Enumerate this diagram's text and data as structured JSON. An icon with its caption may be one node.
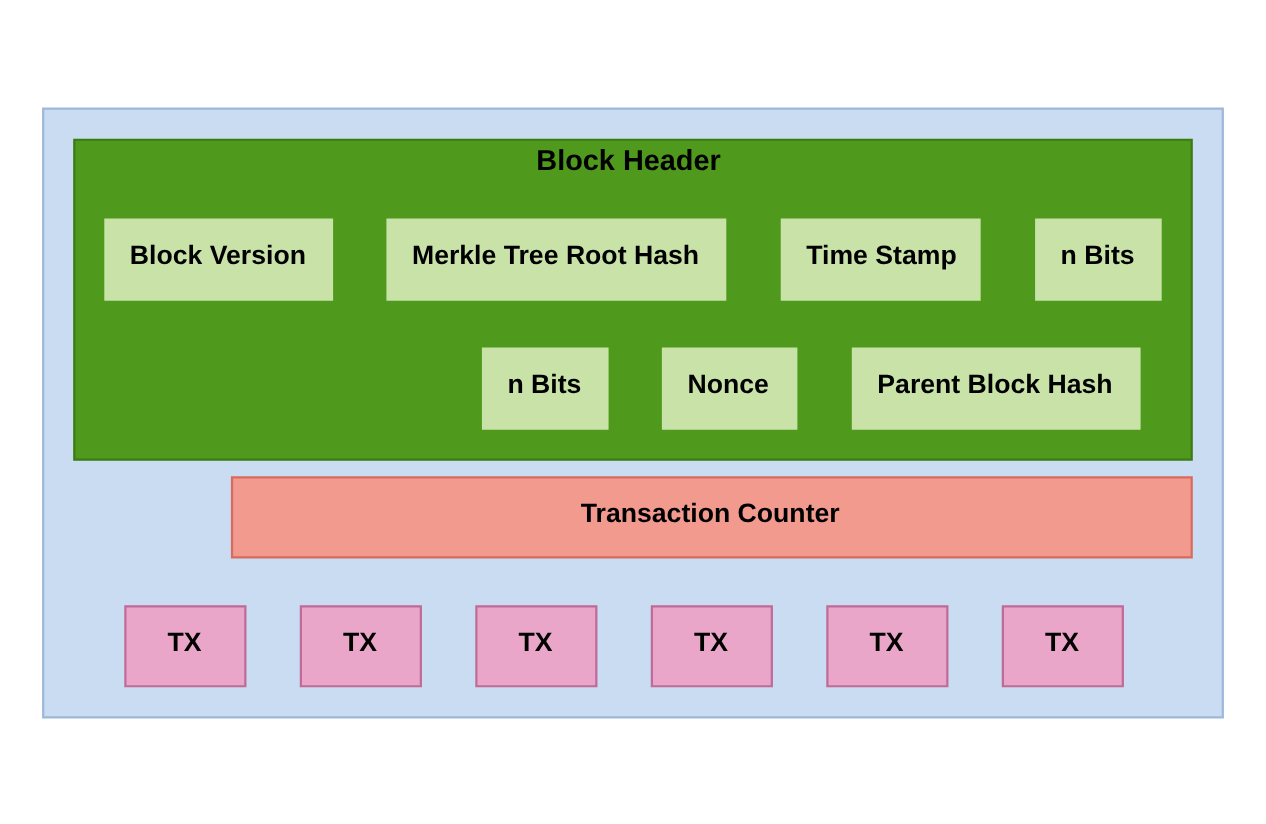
{
  "diagram": {
    "nodes": [
      {
        "text": [],
        "shape": "box"
      },
      {
        "text": [
          "Block Header"
        ],
        "in": 0
      },
      {
        "text": [
          "Block Version"
        ],
        "in": 1
      },
      {
        "text": [
          "Merkle Tree Root Hash"
        ],
        "in": 1
      },
      {
        "text": [
          "Time Stamp"
        ],
        "in": 1
      },
      {
        "text": [
          "n Bits"
        ],
        "in": 1
      },
      {
        "text": [
          "n Bits"
        ],
        "in": 1
      },
      {
        "text": [
          "Nonce"
        ],
        "in": 1
      },
      {
        "text": [
          "Parent Block Hash"
        ],
        "in": 1
      },
      {
        "text": [
          "Transaction Counter"
        ],
        "in": 0
      },
      {
        "text": [
          "TX"
        ],
        "in": 0
      },
      {
        "text": [
          "TX"
        ],
        "in": 0
      },
      {
        "text": [
          "TX"
        ],
        "in": 0
      },
      {
        "text": [
          "TX"
        ],
        "in": 0
      },
      {
        "text": [
          "TX"
        ],
        "in": 0
      },
      {
        "text": [
          "TX"
        ],
        "in": 0
      }
    ],
    "edges": []
  }
}
